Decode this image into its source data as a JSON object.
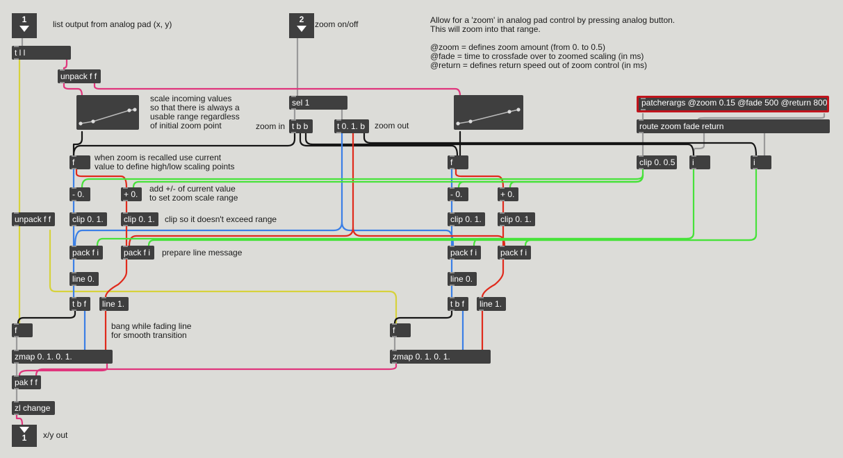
{
  "inlets": {
    "in1": "1",
    "in2": "2",
    "out1": "1"
  },
  "objects": {
    "tll": "t l l",
    "unpack_top": "unpack f f",
    "sel": "sel 1",
    "tbb": "t b b",
    "t01b": "t 0. 1. b",
    "patcherargs": "patcherargs @zoom 0.15 @fade 500 @return 800",
    "route": "route zoom fade return",
    "f_left": "f",
    "f_right": "f",
    "clip_zoom": "clip 0. 0.5",
    "i_fade": "i",
    "i_return": "i",
    "minus_l": "- 0.",
    "plus_l": "+ 0.",
    "minus_r": "- 0.",
    "plus_r": "+ 0.",
    "clip_l1": "clip 0. 1.",
    "clip_l2": "clip 0. 1.",
    "clip_r1": "clip 0. 1.",
    "clip_r2": "clip 0. 1.",
    "unpack_left": "unpack f f",
    "pack_l1": "pack f i",
    "pack_l2": "pack f i",
    "pack_r1": "pack f i",
    "pack_r2": "pack f i",
    "line0_l": "line 0.",
    "line0_r": "line 0.",
    "tbf_l": "t b f",
    "tbf_r": "t b f",
    "line1_l": "line 1.",
    "line1_r": "line 1.",
    "f_bl": "f",
    "f_br": "f",
    "zmap_l": "zmap 0. 1. 0. 1.",
    "zmap_r": "zmap 0. 1. 0. 1.",
    "pak": "pak f f",
    "zlchange": "zl change"
  },
  "comments": {
    "list_output": "list output from analog pad (x, y)",
    "zoom_onoff": "zoom on/off",
    "description": "Allow for a 'zoom' in analog pad control by pressing analog button.\nThis will zoom into that range.\n\n@zoom = defines zoom amount (from 0. to 0.5)\n@fade = time to crossfade over to zoomed scaling (in ms)\n@return = defines return speed out of zoom control (in ms)",
    "scale_incoming": "scale incoming values\nso that there is always a\nusable range regardless\nof initial zoom point",
    "zoom_in": "zoom in",
    "zoom_out": "zoom out",
    "when_zoom": "when zoom is recalled use current\nvalue to define high/low scaling points",
    "add_pm": "add +/- of current value\nto set zoom scale range",
    "clip_so": "clip so it doesn't exceed range",
    "prepare_line": "prepare line message",
    "bang_while": "bang while fading line\nfor smooth transition",
    "xy_out": "x/y out"
  },
  "colors": {
    "background": "#dcdcd8",
    "object": "#3f3f3f",
    "patcherargs_border": "#c0141c",
    "cord_gray": "#9a9a9a",
    "cord_yellow": "#d6d23c",
    "cord_pink": "#e0357c",
    "cord_blue": "#3a7fe6",
    "cord_red": "#e02a1c",
    "cord_green": "#47e23a",
    "cord_black": "#151515"
  }
}
